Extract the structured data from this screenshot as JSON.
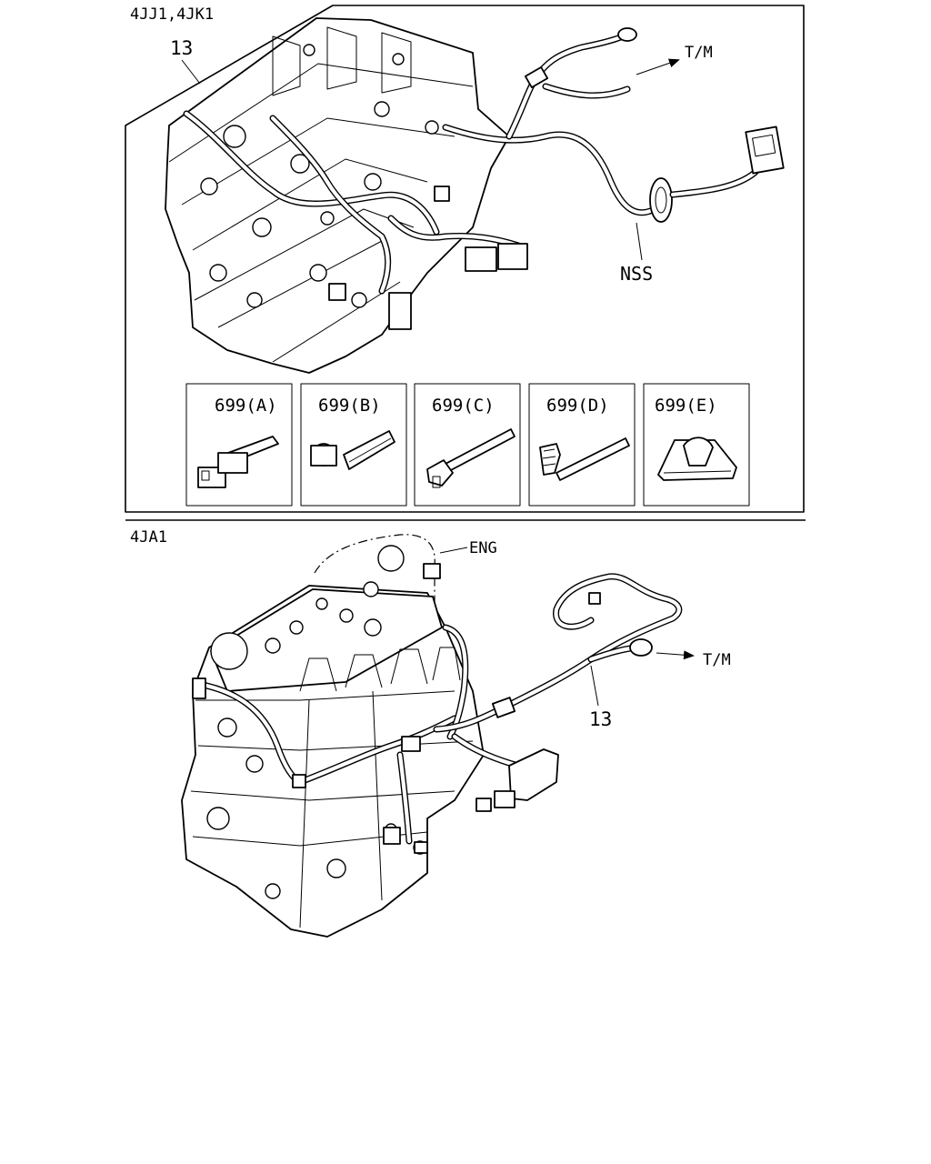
{
  "top_section": {
    "model_label": "4JJ1,4JK1",
    "callouts": {
      "harness": "13",
      "not_serviced": "NSS",
      "transmission": "T/M"
    },
    "clips": [
      {
        "label": "699(A)"
      },
      {
        "label": "699(B)"
      },
      {
        "label": "699(C)"
      },
      {
        "label": "699(D)"
      },
      {
        "label": "699(E)"
      }
    ]
  },
  "bottom_section": {
    "model_label": "4JA1",
    "callouts": {
      "engine": "ENG",
      "harness": "13",
      "transmission": "T/M"
    }
  }
}
